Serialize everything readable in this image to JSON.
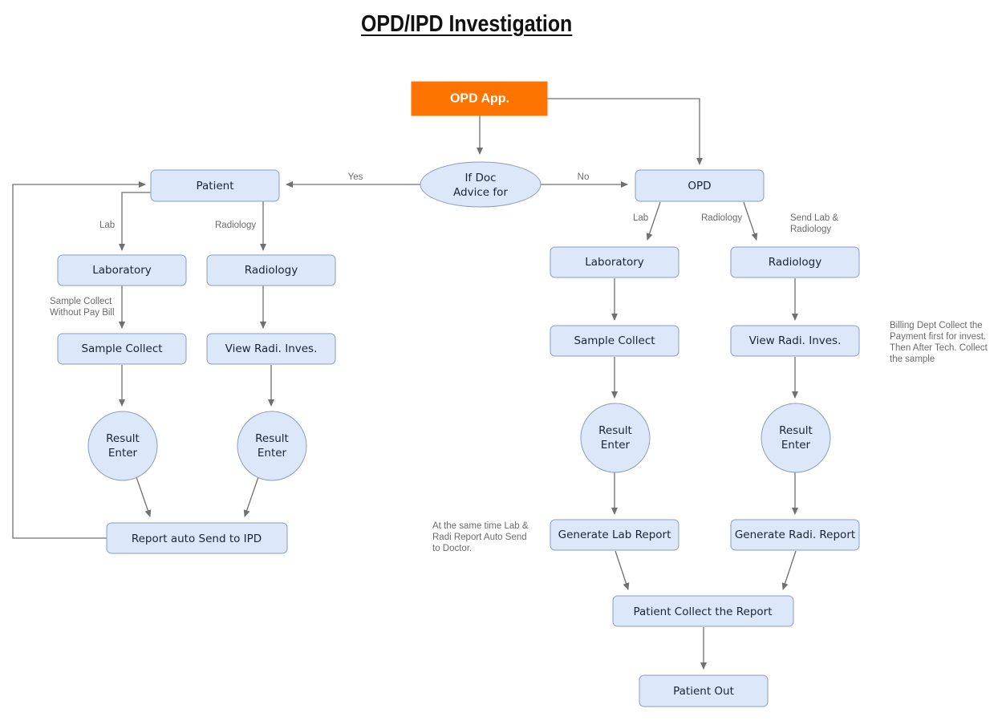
{
  "title": "OPD/IPD Investigation",
  "colors": {
    "node_fill": "#dce8fa",
    "node_border": "#8a9dba",
    "start_fill": "#ff7300",
    "edge": "#707070",
    "note": "#6b6b6b"
  },
  "nodes": {
    "opd_app": "OPD App.",
    "decision": [
      "If Doc",
      "Advice for"
    ],
    "ipd_patient": "Patient",
    "opd": "OPD",
    "ipd_laboratory": "Laboratory",
    "ipd_radiology": "Radiology",
    "ipd_sample_collect": "Sample Collect",
    "ipd_view_radi": "View Radi. Inves.",
    "ipd_lab_result": [
      "Result",
      "Enter"
    ],
    "ipd_radi_result": [
      "Result",
      "Enter"
    ],
    "ipd_report_send": "Report auto Send to IPD",
    "opd_laboratory": "Laboratory",
    "opd_radiology": "Radiology",
    "opd_sample_collect": "Sample Collect",
    "opd_view_radi": "View Radi. Inves.",
    "opd_lab_result": [
      "Result",
      "Enter"
    ],
    "opd_radi_result": [
      "Result",
      "Enter"
    ],
    "opd_gen_lab_report": "Generate Lab Report",
    "opd_gen_radi_report": "Generate Radi. Report",
    "patient_collect": "Patient Collect the Report",
    "patient_out": "Patient Out"
  },
  "edge_labels": {
    "yes": "Yes",
    "no": "No",
    "ipd_lab": "Lab",
    "ipd_radiology": "Radiology",
    "opd_lab": "Lab",
    "opd_radiology": "Radiology"
  },
  "notes": {
    "sample_collect_without_pay": [
      "Sample Collect",
      "Without Pay Bill"
    ],
    "send_lab_radiology": [
      "Send Lab &",
      "Radiology"
    ],
    "billing_dept": [
      "Billing Dept Collect the",
      "Payment first for invest.",
      "Then After Tech. Collect",
      "the sample"
    ],
    "same_time": [
      "At the same time Lab &",
      "Radi Report Auto Send",
      "to Doctor."
    ]
  }
}
